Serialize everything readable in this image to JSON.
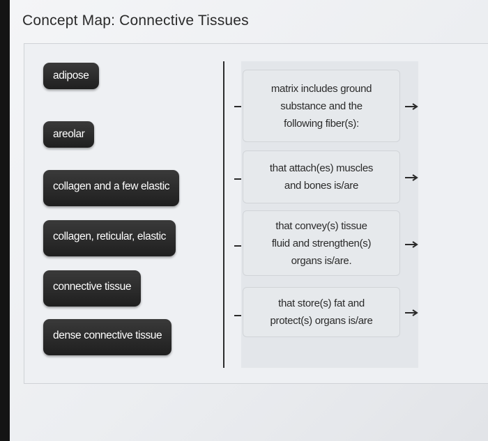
{
  "title": "Concept Map: Connective Tissues",
  "chips": [
    {
      "label": "adipose"
    },
    {
      "label": "areolar"
    },
    {
      "label": "collagen and a few elastic"
    },
    {
      "label": "collagen, reticular, elastic"
    },
    {
      "label": "connective tissue"
    },
    {
      "label": "dense connective tissue"
    }
  ],
  "targets": [
    {
      "text": "matrix includes ground\nsubstance and the\nfollowing fiber(s):"
    },
    {
      "text": "that attach(es) muscles\nand bones is/are"
    },
    {
      "text": "that convey(s) tissue\nfluid and strengthen(s)\norgans is/are."
    },
    {
      "text": "that store(s) fat and\nprotect(s) organs is/are"
    }
  ],
  "icons": {
    "connector": "arrow-right-icon"
  }
}
